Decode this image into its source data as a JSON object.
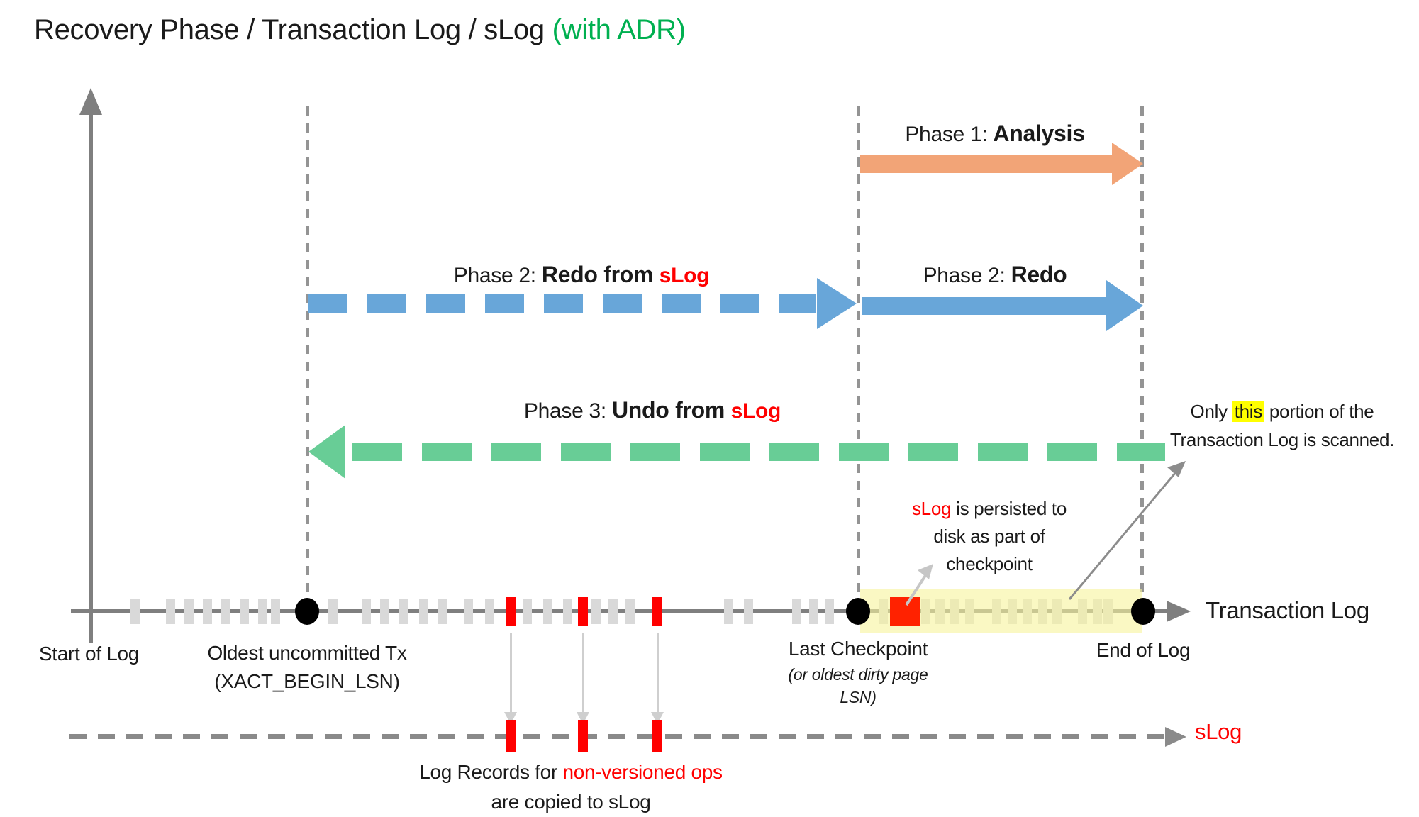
{
  "title": {
    "main": "Recovery Phase / Transaction Log / sLog ",
    "adr": "(with ADR)"
  },
  "colors": {
    "orange": "#F2A477",
    "blue": "#68A6D9",
    "green": "#68CD96",
    "red": "#FF0000",
    "title_green": "#00B050",
    "tick_gray": "#D9D9D9",
    "axis_gray": "#7F7F7F",
    "guide_gray": "#949494",
    "square_red": "#FF2200",
    "highlight": "#FFFF00",
    "copy_gray": "#CFCFCF"
  },
  "phases": {
    "phase1": {
      "prefix": "Phase 1: ",
      "name": "Analysis"
    },
    "phase2_slog": {
      "prefix": "Phase 2: ",
      "bold": "Redo from ",
      "red": "sLog"
    },
    "phase2": {
      "prefix": "Phase 2: ",
      "name": "Redo"
    },
    "phase3": {
      "prefix": "Phase 3: ",
      "bold": "Undo from ",
      "red": "sLog"
    }
  },
  "notes": {
    "persist": {
      "red": "sLog",
      "line1_rest": " is persisted to",
      "line2": "disk as part of",
      "line3": "checkpoint"
    },
    "scan": {
      "line1_pre": "Only ",
      "line1_hl": "this",
      "line1_post": " portion of the",
      "line2": "Transaction Log is scanned."
    },
    "copy": {
      "line1_pre": "Log Records for ",
      "line1_red": "non-versioned ops",
      "line2": "are copied to sLog"
    }
  },
  "axis": {
    "transaction_log_label": "Transaction Log",
    "slog_label": "sLog",
    "start_label": "Start of Log",
    "oldest_line1": "Oldest uncommitted Tx",
    "oldest_line2": "(XACT_BEGIN_LSN)",
    "checkpoint_line1": "Last Checkpoint",
    "checkpoint_line2": "(or oldest dirty page",
    "checkpoint_line3": "LSN)",
    "end_label": "End of Log"
  },
  "timeline": {
    "gray_ticks_x": [
      190,
      240,
      266,
      292,
      318,
      344,
      370,
      388,
      469,
      516,
      542,
      569,
      597,
      624,
      660,
      690,
      743,
      772,
      800,
      840,
      864,
      888,
      1027,
      1055,
      1123,
      1147,
      1169,
      1245,
      1305,
      1325,
      1345,
      1367,
      1405,
      1427,
      1448,
      1470,
      1490,
      1526,
      1547,
      1562
    ],
    "red_ticks_x": [
      720,
      822,
      927
    ],
    "copy_arrows_x": [
      720,
      822,
      927
    ],
    "slog_red_ticks_x": [
      720,
      822,
      927
    ],
    "marker_dots_x": [
      433,
      1210,
      1612
    ]
  }
}
